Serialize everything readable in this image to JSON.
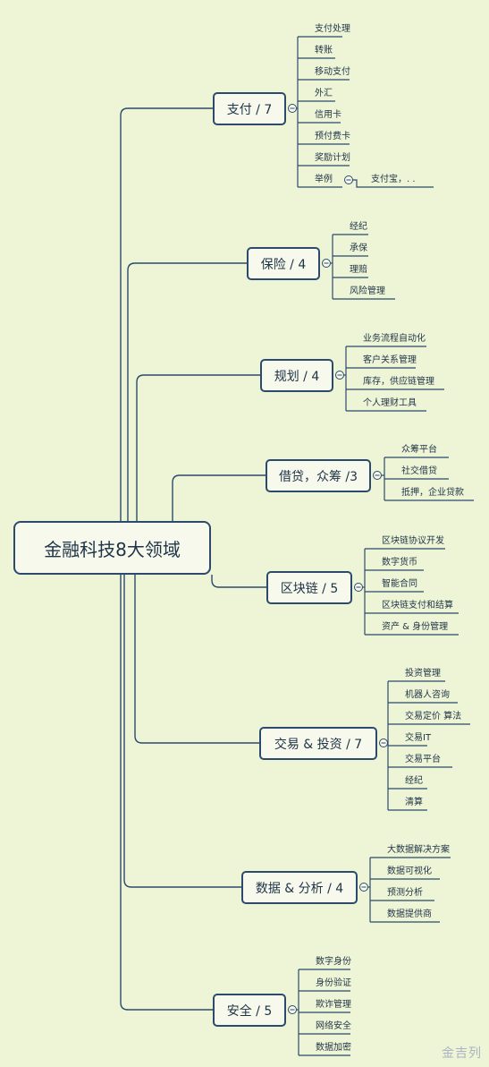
{
  "root": {
    "label": "金融科技8大领域"
  },
  "branches": [
    {
      "label": "支付 / 7",
      "items": [
        "支付处理",
        "转账",
        "移动支付",
        "外汇",
        "信用卡",
        "预付费卡",
        "奖励计划",
        "举例"
      ],
      "example": "支付宝，. ."
    },
    {
      "label": "保险 / 4",
      "items": [
        "经纪",
        "承保",
        "理赔",
        "风险管理"
      ]
    },
    {
      "label": "规划 / 4",
      "items": [
        "业务流程自动化",
        "客户关系管理",
        "库存，供应链管理",
        "个人理财工具"
      ]
    },
    {
      "label": "借贷，众筹 /3",
      "items": [
        "众筹平台",
        "社交借贷",
        "抵押，企业贷款"
      ]
    },
    {
      "label": "区块链 / 5",
      "items": [
        "区块链协议开发",
        "数字货币",
        "智能合同",
        "区块链支付和结算",
        "资产 & 身份管理"
      ]
    },
    {
      "label": "交易 & 投资 / 7",
      "items": [
        "投资管理",
        "机器人咨询",
        "交易定价 算法",
        "交易IT",
        "交易平台",
        "经纪",
        "清算"
      ]
    },
    {
      "label": "数据 & 分析 / 4",
      "items": [
        "大数据解决方案",
        "数据可视化",
        "预测分析",
        "数据提供商"
      ]
    },
    {
      "label": "安全 / 5",
      "items": [
        "数字身份",
        "身份验证",
        "欺诈管理",
        "网络安全",
        "数据加密"
      ]
    }
  ],
  "watermark": "金吉列",
  "colors": {
    "background": "#eef5d6",
    "line": "#2c4a6b",
    "text": "#1f3347"
  }
}
